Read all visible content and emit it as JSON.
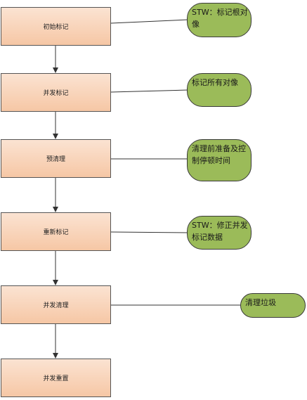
{
  "steps": [
    {
      "label": "初始标记"
    },
    {
      "label": "并发标记"
    },
    {
      "label": "预清理"
    },
    {
      "label": "重新标记"
    },
    {
      "label": "并发清理"
    },
    {
      "label": "并发重置"
    }
  ],
  "notes": [
    {
      "text": "STW：标记根对像"
    },
    {
      "text": "标记所有对像"
    },
    {
      "text": "清理前准备及控制停顿时间"
    },
    {
      "text": "STW：修正并发标记数据"
    },
    {
      "text": "清理垃圾"
    }
  ],
  "colors": {
    "step_fill": "#f8d5bd",
    "note_fill": "#9bbb59",
    "line": "#333333"
  }
}
